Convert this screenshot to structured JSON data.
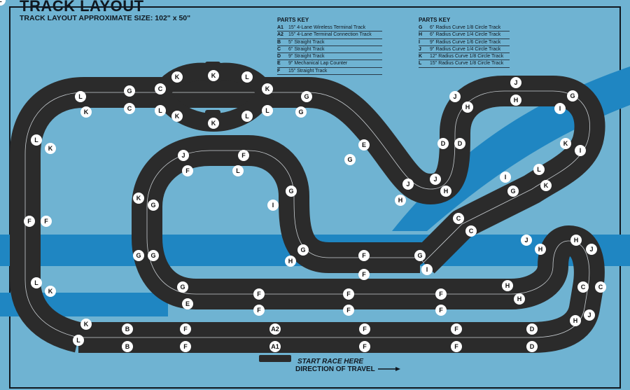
{
  "title": "TRACK LAYOUT",
  "subtitle": "TRACK LAYOUT APPROXIMATE SIZE: 102\" x 50\"",
  "parts_key_left": {
    "title": "PARTS KEY",
    "items": [
      {
        "code": "A1",
        "desc": "15\" 4-Lane Wireless Terminal Track"
      },
      {
        "code": "A2",
        "desc": "15\" 4-Lane Terminal Connection Track"
      },
      {
        "code": "B",
        "desc": "5\" Straight Track"
      },
      {
        "code": "C",
        "desc": "6\" Straight Track"
      },
      {
        "code": "D",
        "desc": "9\" Straight Track"
      },
      {
        "code": "E",
        "desc": "9\" Mechanical Lap Counter"
      },
      {
        "code": "F",
        "desc": "15\" Straight Track"
      }
    ]
  },
  "parts_key_right": {
    "title": "PARTS KEY",
    "items": [
      {
        "code": "G",
        "desc": "6\" Radius Curve 1/8 Circle Track"
      },
      {
        "code": "H",
        "desc": "6\" Radius Curve 1/4 Circle Track"
      },
      {
        "code": "I",
        "desc": "9\" Radius Curve 1/6 Circle Track"
      },
      {
        "code": "J",
        "desc": "9\" Radius Curve 1/4 Circle Track"
      },
      {
        "code": "K",
        "desc": "12\" Radius Curve 1/8 Circle Track"
      },
      {
        "code": "L",
        "desc": "15\" Radius Curve 1/8 Circle Track"
      }
    ]
  },
  "start_text": "START RACE HERE",
  "direction_text": "DIRECTION OF TRAVEL",
  "labels": [
    "L",
    "K",
    "L",
    "K",
    "F",
    "F",
    "L",
    "K",
    "K",
    "L",
    "B",
    "B",
    "F",
    "F",
    "A2",
    "A1",
    "F",
    "F",
    "F",
    "F",
    "D",
    "D",
    "J",
    "H",
    "C",
    "C",
    "J",
    "H",
    "H",
    "J",
    "H",
    "H",
    "G",
    "I",
    "F",
    "F",
    "F",
    "F",
    "F",
    "F",
    "F",
    "F",
    "G",
    "I",
    "K",
    "L",
    "K",
    "I",
    "I",
    "G",
    "J",
    "H",
    "J",
    "H",
    "D",
    "D",
    "J",
    "H",
    "J",
    "H",
    "C",
    "C",
    "G",
    "I",
    "G",
    "H",
    "J",
    "F",
    "F",
    "L",
    "K",
    "G",
    "G",
    "G",
    "G",
    "E",
    "E",
    "G",
    "G",
    "G",
    "G",
    "C",
    "C",
    "L",
    "K",
    "K",
    "L",
    "L",
    "K",
    "L",
    "K",
    "K",
    "L",
    "L",
    "K",
    "H",
    "J",
    "K",
    "L"
  ],
  "colors": {
    "background": "#6fb3d2",
    "water": "#1f86c2",
    "track": "#2b2b2b",
    "lane": "#c9ced2",
    "badge": "#ffffff",
    "text": "#101820"
  }
}
